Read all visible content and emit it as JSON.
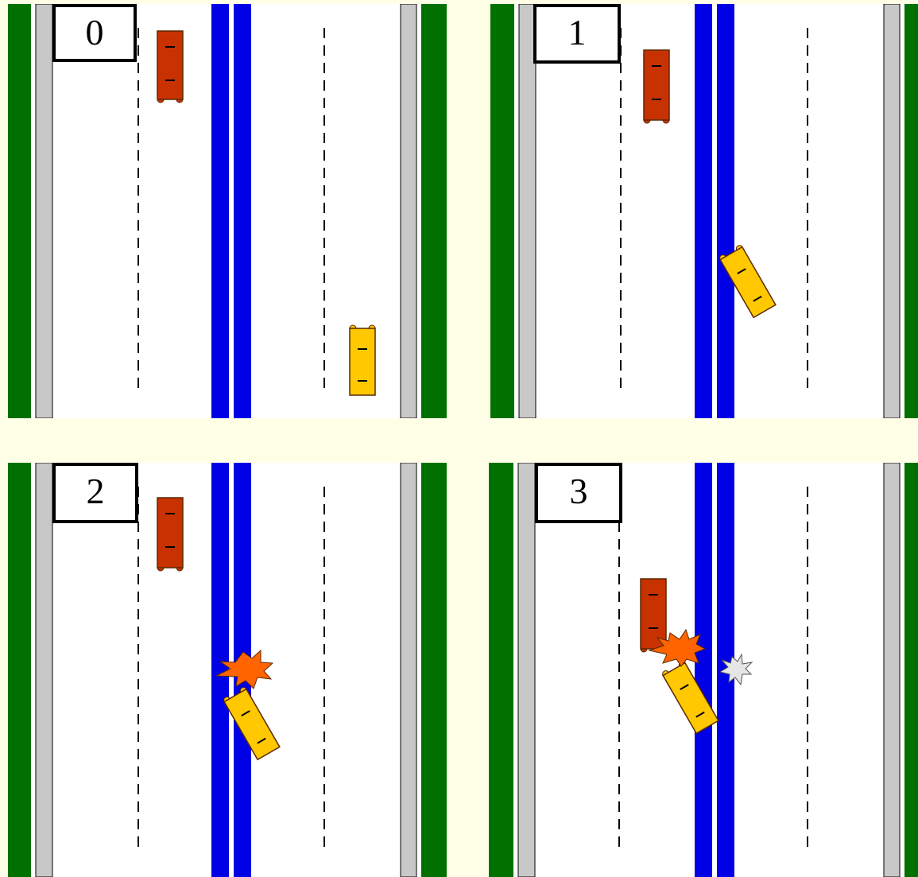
{
  "colors": {
    "grass": "#007000",
    "shoulder": "#c8c8c8",
    "road": "#ffffff",
    "median": "#0000e6",
    "lane_dash": "#000000",
    "red_truck": "#c83200",
    "yellow_truck": "#ffc800",
    "vehicle_outline": "#5a2800",
    "impact_orange": "#ff6400",
    "impact_gray": "#e6e6e6"
  },
  "panels": [
    {
      "label": "0",
      "vehicles": [
        {
          "name": "red-truck",
          "angle_deg": 0
        },
        {
          "name": "yellow-truck",
          "angle_deg": 0
        }
      ],
      "impacts": []
    },
    {
      "label": "1",
      "vehicles": [
        {
          "name": "red-truck",
          "angle_deg": 0
        },
        {
          "name": "yellow-truck",
          "angle_deg": -30
        }
      ],
      "impacts": []
    },
    {
      "label": "2",
      "vehicles": [
        {
          "name": "red-truck",
          "angle_deg": 0
        },
        {
          "name": "yellow-truck",
          "angle_deg": -30
        }
      ],
      "impacts": [
        {
          "name": "impact-burst-orange"
        }
      ]
    },
    {
      "label": "3",
      "vehicles": [
        {
          "name": "red-truck",
          "angle_deg": 0
        },
        {
          "name": "yellow-truck",
          "angle_deg": -30
        }
      ],
      "impacts": [
        {
          "name": "impact-burst-orange"
        },
        {
          "name": "impact-burst-gray"
        }
      ]
    }
  ]
}
